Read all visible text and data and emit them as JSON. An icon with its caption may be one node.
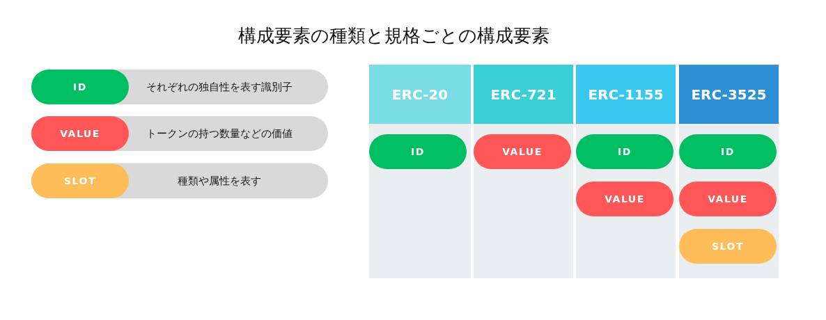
{
  "diagram": {
    "title": "構成要素の種類と規格ごとの構成要素",
    "nodes": [
      {
        "text": [
          "それぞれの独自性を表す識別子"
        ]
      },
      {
        "text": [
          "ID"
        ],
        "in": 0
      },
      {
        "text": [
          "トークンの持つ数量などの価値"
        ]
      },
      {
        "text": [
          "VALUE"
        ],
        "in": 2
      },
      {
        "text": [
          "種類や属性を表す"
        ]
      },
      {
        "text": [
          "SLOT"
        ],
        "in": 4
      },
      {
        "text": [
          "ERC-20"
        ]
      },
      {
        "text": [
          "ID"
        ],
        "in": 6
      },
      {
        "text": [
          "ERC-721"
        ]
      },
      {
        "text": [
          "VALUE"
        ],
        "in": 8
      },
      {
        "text": [
          "ERC-1155"
        ]
      },
      {
        "text": [
          "ID"
        ],
        "in": 10
      },
      {
        "text": [
          "VALUE"
        ],
        "in": 10
      },
      {
        "text": [
          "ERC-3525"
        ]
      },
      {
        "text": [
          "ID"
        ],
        "in": 13
      },
      {
        "text": [
          "VALUE"
        ],
        "in": 13
      },
      {
        "text": [
          "SLOT"
        ],
        "in": 13
      }
    ]
  }
}
